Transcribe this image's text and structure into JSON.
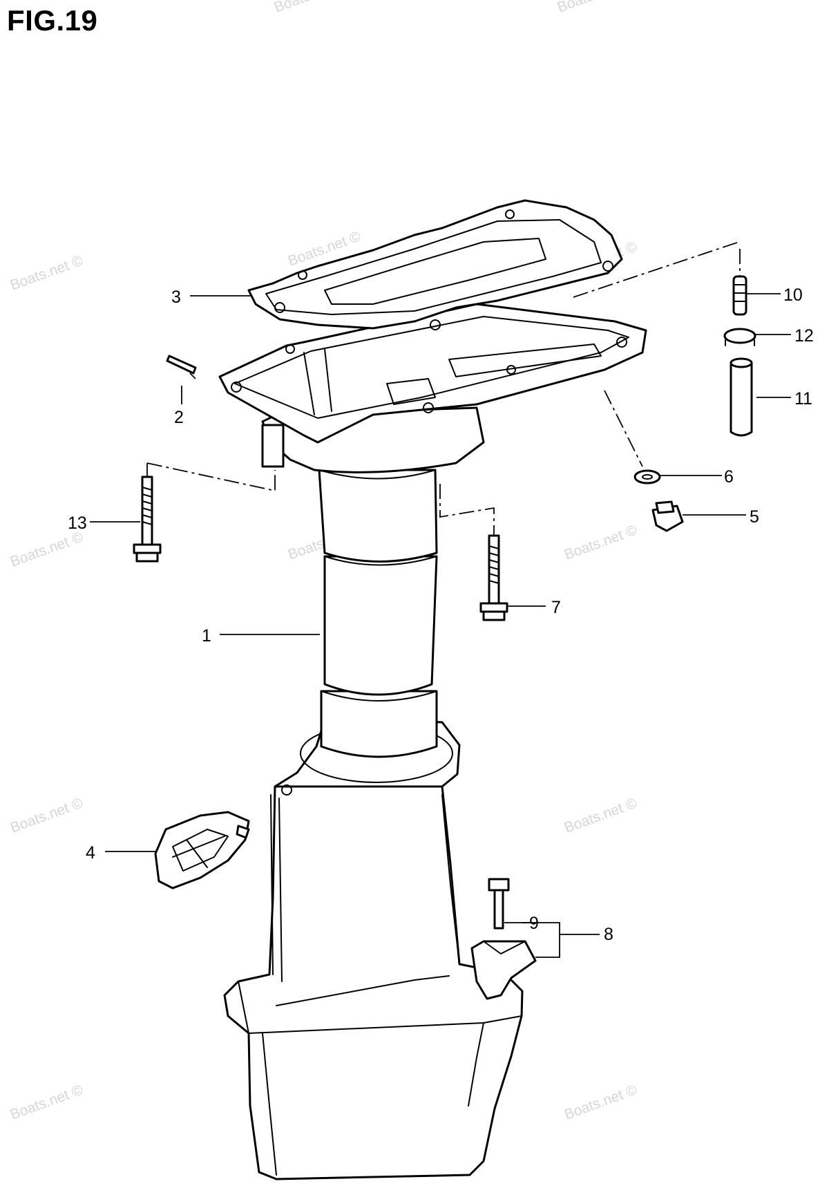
{
  "figure": {
    "title": "FIG.19"
  },
  "callouts": [
    "1",
    "2",
    "3",
    "4",
    "5",
    "6",
    "7",
    "8",
    "9",
    "10",
    "11",
    "12",
    "13"
  ],
  "watermark": "Boats.net ©",
  "colors": {
    "line": "#000000",
    "background": "#ffffff",
    "watermark": "#d6d6d6"
  }
}
